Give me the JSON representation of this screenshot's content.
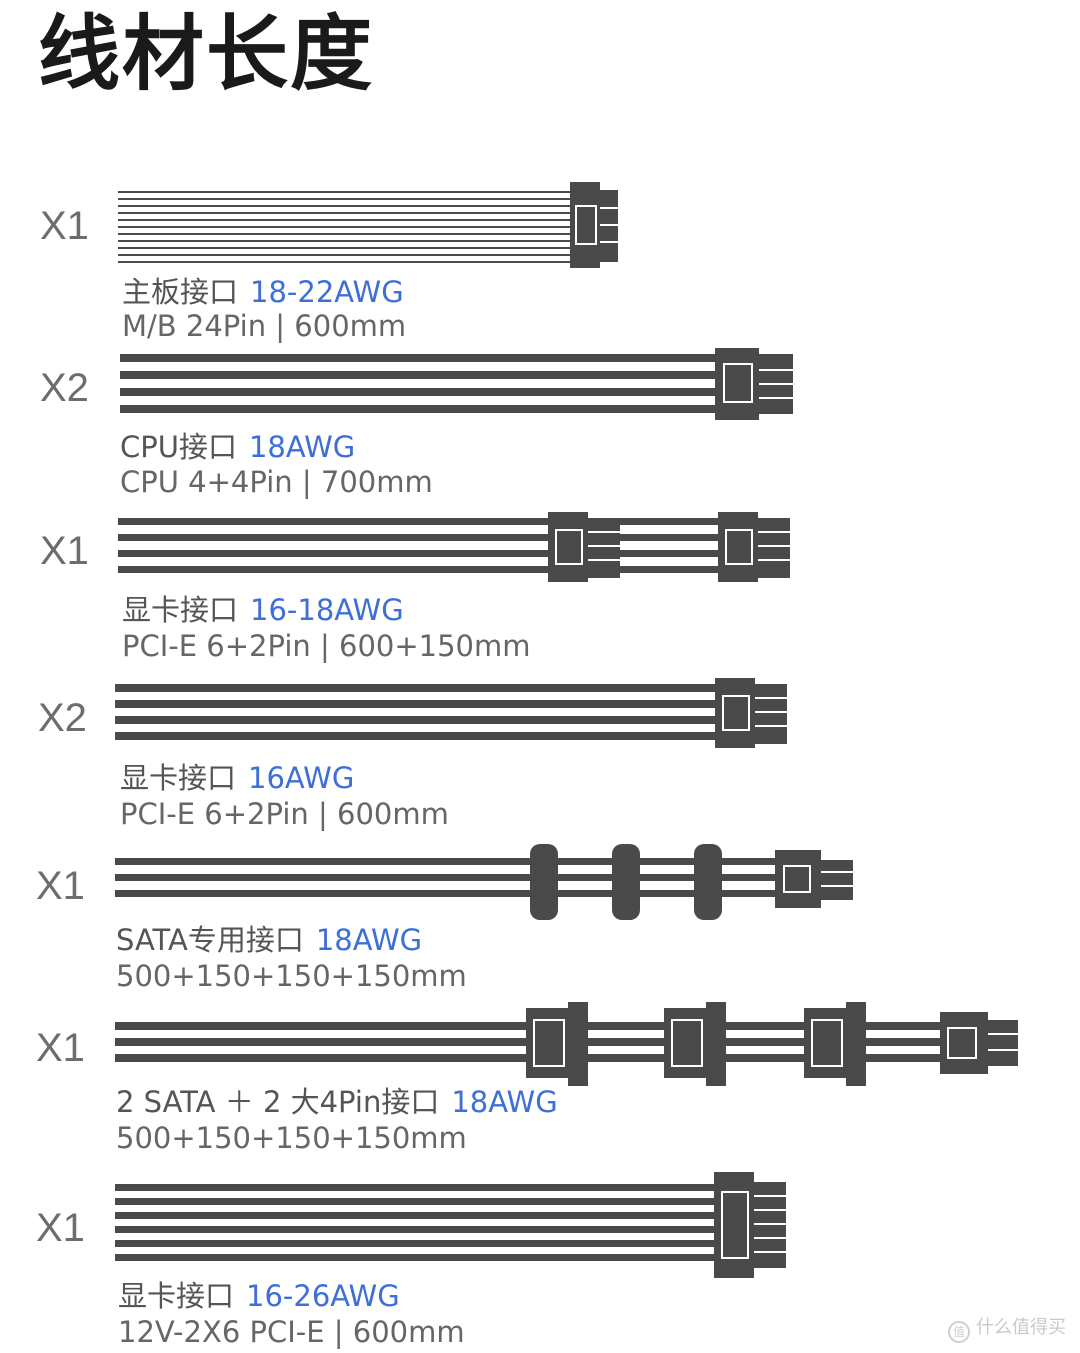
{
  "title": "线材长度",
  "colors": {
    "cable": "#4a4a4a",
    "awg": "#3d6fd6",
    "text": "#555555"
  },
  "cables": [
    {
      "qty": "X1",
      "name": "主板接口",
      "awg": "18-22AWG",
      "spec": "M/B 24Pin | 600mm"
    },
    {
      "qty": "X2",
      "name": "CPU接口",
      "awg": "18AWG",
      "spec": "CPU 4+4Pin | 700mm"
    },
    {
      "qty": "X1",
      "name": "显卡接口",
      "awg": "16-18AWG",
      "spec": "PCI-E 6+2Pin | 600+150mm"
    },
    {
      "qty": "X2",
      "name": "显卡接口",
      "awg": "16AWG",
      "spec": "PCI-E 6+2Pin | 600mm"
    },
    {
      "qty": "X1",
      "name": "SATA专用接口",
      "awg": "18AWG",
      "spec": "500+150+150+150mm"
    },
    {
      "qty": "X1",
      "name": "2 SATA ＋ 2 大4Pin接口",
      "awg": "18AWG",
      "spec": "500+150+150+150mm"
    },
    {
      "qty": "X1",
      "name": "显卡接口",
      "awg": "16-26AWG",
      "spec": "12V-2X6 PCI-E | 600mm"
    }
  ],
  "watermark": "什么值得买",
  "watermark_icon": "值"
}
